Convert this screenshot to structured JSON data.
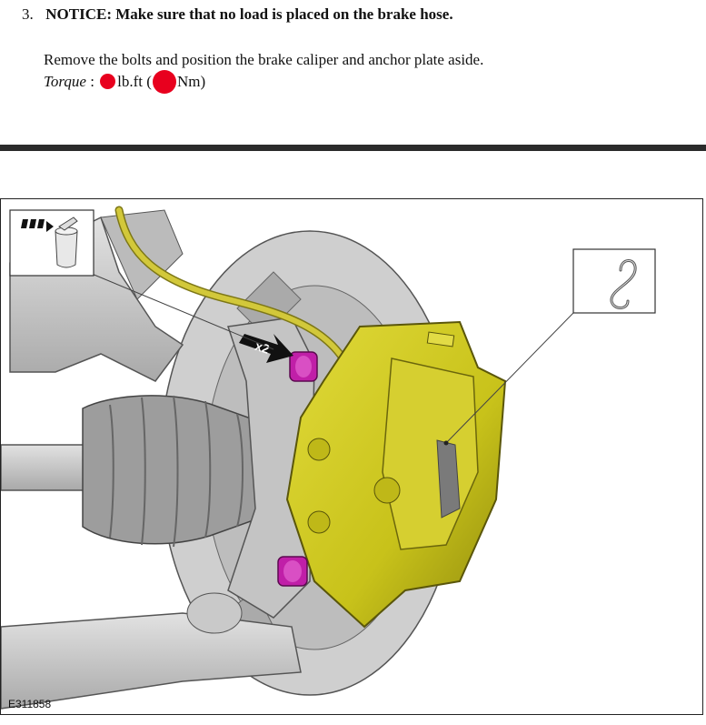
{
  "step": {
    "number": "3.",
    "notice": "NOTICE: Make sure that no load is placed on the brake hose.",
    "instruction": "Remove the bolts and position the brake caliper and anchor plate aside.",
    "torque_label": "Torque",
    "torque_sep": " :",
    "unit_lbft": "lb.ft (",
    "unit_nm": "Nm)"
  },
  "figure": {
    "code": "E311858",
    "callout_qty": "x2",
    "icons": [
      "waste-bin-icon",
      "s-hook-icon"
    ],
    "colors": {
      "caliper": "#c8c21a",
      "bolt": "#c01fa8",
      "hose": "#d2c83a",
      "redaction": "#e8001e"
    }
  }
}
